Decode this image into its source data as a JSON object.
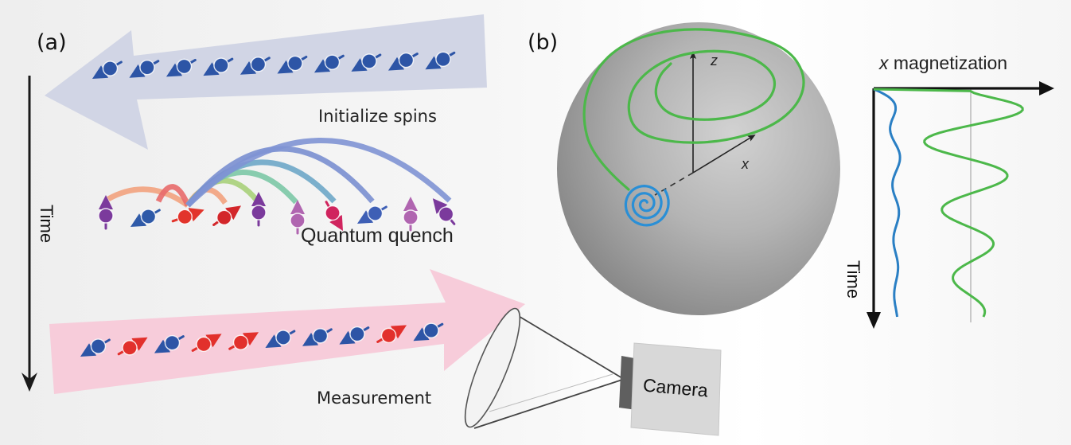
{
  "panel_a": {
    "label": "(a)",
    "time_axis_label": "Time",
    "stages": [
      {
        "id": "initialize",
        "caption": "Initialize spins",
        "arrow_direction": "left",
        "arrow_color": "#c9cde0",
        "spins": [
          "blue",
          "blue",
          "blue",
          "blue",
          "blue",
          "blue",
          "blue",
          "blue",
          "blue",
          "blue"
        ]
      },
      {
        "id": "quench",
        "caption": "Quantum quench",
        "spins": [
          {
            "color": "#7b3a9c",
            "orientation": "up"
          },
          {
            "color": "#2f5aa8",
            "orientation": "down-left"
          },
          {
            "color": "#e2342b",
            "orientation": "right"
          },
          {
            "color": "#d3262a",
            "orientation": "up-right"
          },
          {
            "color": "#7b3a9c",
            "orientation": "up"
          },
          {
            "color": "#b065b0",
            "orientation": "up"
          },
          {
            "color": "#d0245e",
            "orientation": "down-right"
          },
          {
            "color": "#3e5fb5",
            "orientation": "down-left"
          },
          {
            "color": "#b065b0",
            "orientation": "up"
          },
          {
            "color": "#7b3a9c",
            "orientation": "up-left"
          }
        ],
        "interaction_arc_colors": [
          "#f2a27e",
          "#e86a6a",
          "#f2a27e",
          "#a8d07a",
          "#7cc8a6",
          "#6ea7c8",
          "#7a8fd0",
          "#8094d4"
        ]
      },
      {
        "id": "measurement",
        "caption": "Measurement",
        "arrow_direction": "right",
        "arrow_color": "#f6c6d6",
        "spins": [
          "blue",
          "red",
          "blue",
          "red",
          "red",
          "blue",
          "blue",
          "blue",
          "red",
          "blue"
        ]
      }
    ],
    "camera_label": "Camera"
  },
  "panel_b": {
    "label": "(b)",
    "bloch_sphere": {
      "axes": [
        "z",
        "x"
      ],
      "trajectories": [
        {
          "name": "green-spiral",
          "color": "#4cb84a"
        },
        {
          "name": "blue-spiral",
          "color": "#2a8fd6"
        }
      ]
    },
    "plot": {
      "x_axis_label": "x magnetization",
      "y_axis_label": "Time",
      "series": [
        {
          "name": "blue",
          "color": "#2a7fc4",
          "description": "small damped oscillation near zero"
        },
        {
          "name": "green",
          "color": "#4cb84a",
          "description": "large damped oscillation about reference line"
        }
      ]
    }
  },
  "colors": {
    "spin_blue": "#2d55a6",
    "spin_red": "#e2302c",
    "sphere_gray": "#a8a8a8"
  }
}
